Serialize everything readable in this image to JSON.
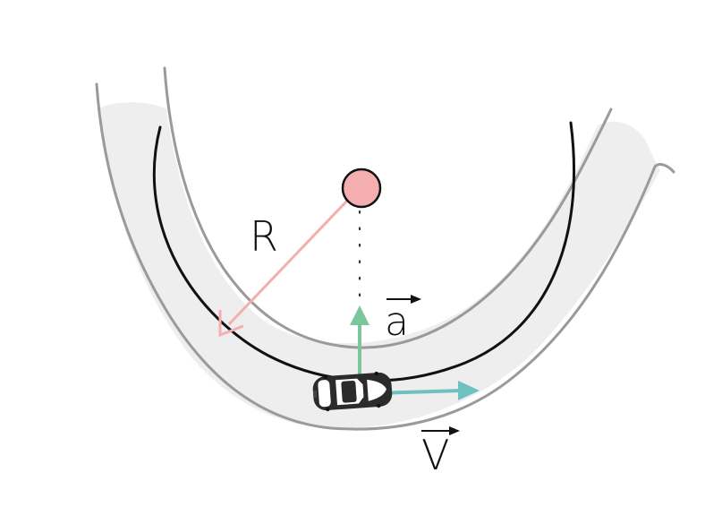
{
  "labels": {
    "radius": "R",
    "acceleration": "a",
    "velocity": "V"
  },
  "colors": {
    "road": "#eeeeee",
    "road_edge": "#9a9a9a",
    "path": "#111111",
    "center": "#f4aeb0",
    "radius_arrow": "#f4aeb0",
    "acceleration_arrow": "#79c79a",
    "velocity_arrow": "#6fc1bf",
    "car_body": "#2b2b2b"
  },
  "icons": {
    "vehicle": "car-icon",
    "vector_marker": "vector-arrow-icon"
  }
}
